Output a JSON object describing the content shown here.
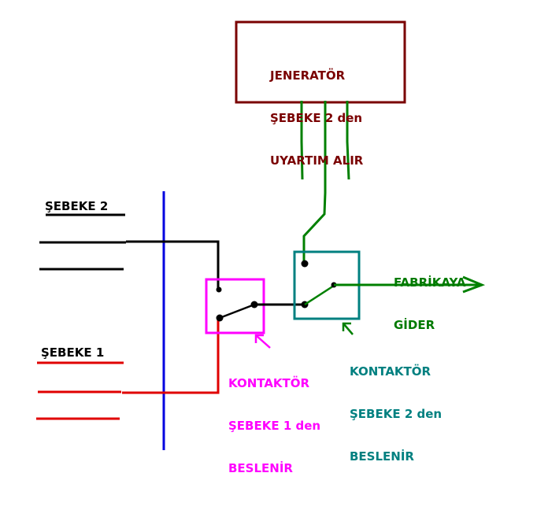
{
  "colors": {
    "generator": "#7a0000",
    "supply1": "#e00000",
    "supply2": "#000000",
    "bus": "#0000e0",
    "contactor1": "#ff00ff",
    "contactor2": "#008080",
    "output": "#007a00"
  },
  "generator": {
    "line1": "JENERATÖR",
    "line2": "ŞEBEKE 2 den",
    "line3": "UYARTIM ALIR"
  },
  "sebeke2": {
    "label": "ŞEBEKE 2"
  },
  "sebeke1": {
    "label": "ŞEBEKE 1"
  },
  "contactor1": {
    "line1": "KONTAKTÖR",
    "line2": "ŞEBEKE 1 den",
    "line3": "BESLENİR"
  },
  "contactor2": {
    "line1": "KONTAKTÖR",
    "line2": "ŞEBEKE 2 den",
    "line3": "BESLENİR"
  },
  "output": {
    "line1": "FABRİKAYA",
    "line2": "GİDER"
  }
}
